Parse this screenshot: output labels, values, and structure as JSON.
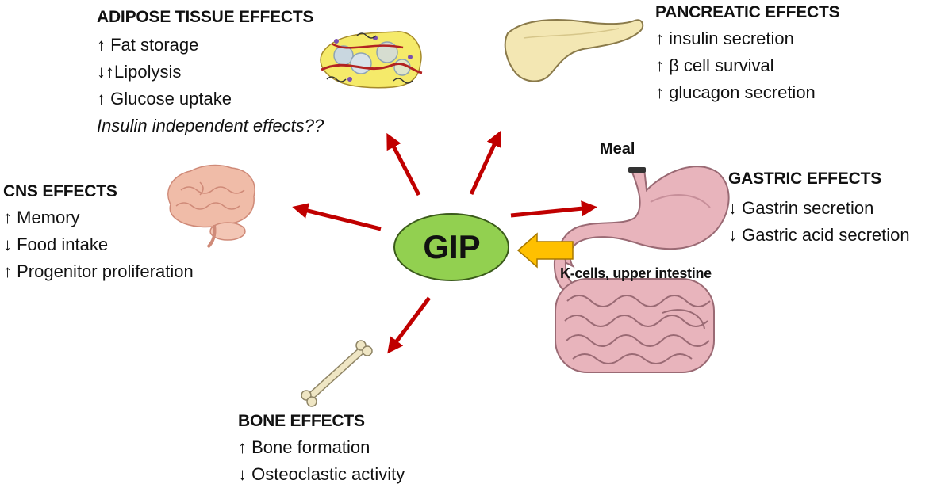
{
  "center": {
    "label": "GIP"
  },
  "adipose": {
    "title": "ADIPOSE TISSUE EFFECTS",
    "lines": [
      "↑ Fat storage",
      "↓↑Lipolysis",
      "↑ Glucose uptake",
      "Insulin independent effects??"
    ]
  },
  "pancreatic": {
    "title": "PANCREATIC EFFECTS",
    "lines": [
      "↑ insulin secretion",
      "↑ β cell survival",
      "↑ glucagon secretion"
    ]
  },
  "cns": {
    "title": "CNS EFFECTS",
    "lines": [
      "↑ Memory",
      "↓ Food intake",
      "↑ Progenitor proliferation"
    ]
  },
  "gastric": {
    "title": "GASTRIC EFFECTS",
    "lines": [
      "↓ Gastrin secretion",
      "↓ Gastric acid secretion"
    ]
  },
  "bone": {
    "title": "BONE EFFECTS",
    "lines": [
      "↑ Bone formation",
      "↓ Osteoclastic activity"
    ]
  },
  "meal_label": "Meal",
  "kcells_label": "K-cells, upper intestine",
  "colors": {
    "arrow": "#c00000",
    "gip_fill": "#92d050",
    "input_arrow": "#ffc000",
    "organ_pink": "#e8b4bc",
    "pancreas": "#f3e7b3",
    "bone": "#efe6c4"
  },
  "icons": [
    "adipose-tissue-icon",
    "pancreas-icon",
    "brain-icon",
    "stomach-icon",
    "intestine-icon",
    "bone-icon"
  ]
}
